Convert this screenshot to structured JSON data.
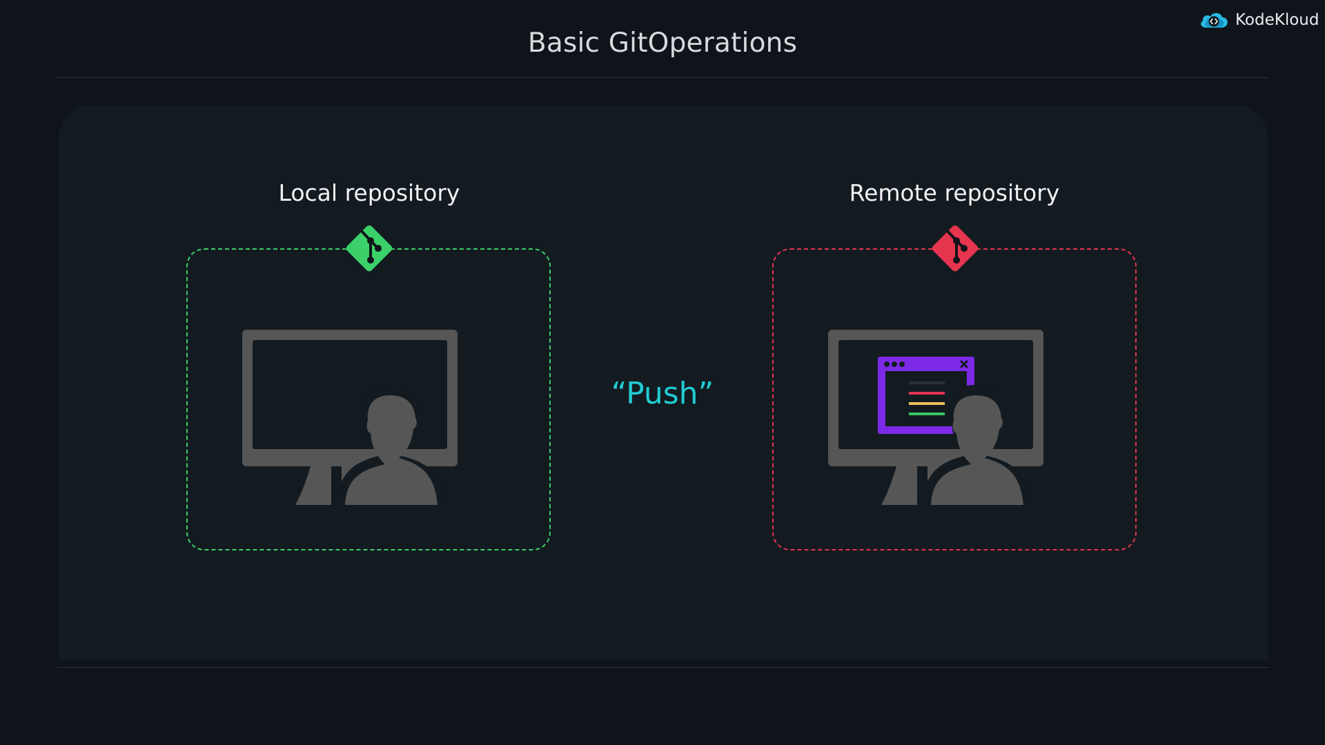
{
  "slide": {
    "title": "Basic GitOperations"
  },
  "brand": {
    "name": "KodeKloud",
    "logo_icon": "cloud-code-icon",
    "accent": "#2bb8e0"
  },
  "diagram": {
    "local": {
      "label": "Local repository",
      "icon": "git-icon",
      "color": "#3bd06a"
    },
    "remote": {
      "label": "Remote repository",
      "icon": "git-icon",
      "color": "#e5354f"
    },
    "operation": {
      "label": "“Push”",
      "color": "#22ccd3"
    },
    "window_colors": {
      "frame": "#7d2ae8",
      "lines": [
        "#1d242a",
        "#e5354f",
        "#f0c25a",
        "#35c95c"
      ]
    }
  }
}
